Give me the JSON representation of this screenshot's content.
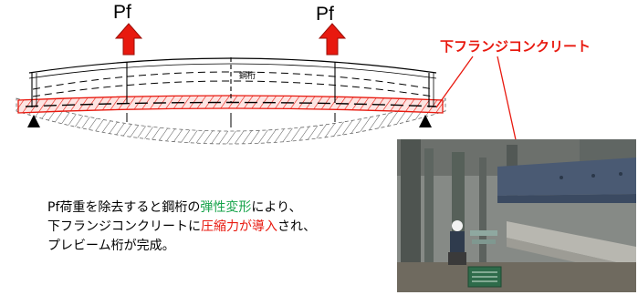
{
  "diagram": {
    "load_label_left": "Pf",
    "load_label_right": "Pf",
    "web_label": "鋼桁",
    "callout": "下フランジコンクリート",
    "colors": {
      "accent": "#e8190f",
      "highlight_green": "#16a34a"
    }
  },
  "description": {
    "line1_a": "Pf荷重を除去すると鋼桁の",
    "line1_b": "弾性変形",
    "line1_c": "により、",
    "line2_a": "下フランジコンクリートに",
    "line2_b": "圧縮力が導入",
    "line2_c": "され、",
    "line3": "プレビーム桁が完成。"
  },
  "photo": {
    "board_text": "工事看板"
  }
}
